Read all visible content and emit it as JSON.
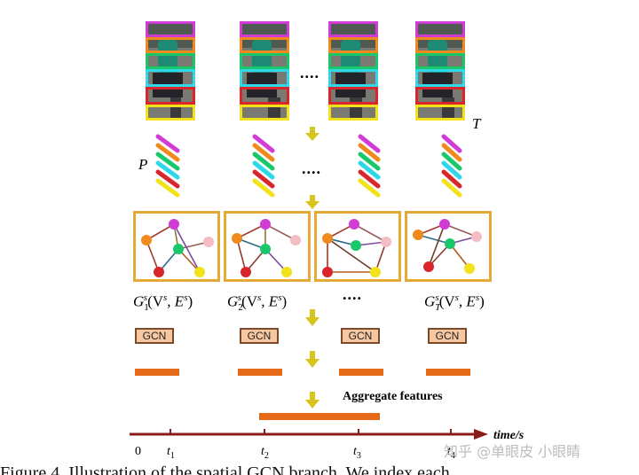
{
  "figure": {
    "dots": "....",
    "T_label": "T",
    "P_label": "P",
    "gcn_label": "GCN",
    "aggregate_label": "Aggregate features",
    "graph_labels": [
      {
        "g": "G",
        "sub": "1",
        "sup": "s",
        "rest": "(V",
        "rsup": "s",
        "mid": ", E",
        "msup": "s",
        "end": ")"
      },
      {
        "g": "G",
        "sub": "2",
        "sup": "s",
        "rest": "(V",
        "rsup": "s",
        "mid": ", E",
        "msup": "s",
        "end": ")"
      },
      {
        "g": "G",
        "sub": "T",
        "sup": "s",
        "rest": "(V",
        "rsup": "s",
        "mid": ", E",
        "msup": "s",
        "end": ")"
      }
    ],
    "time_axis": {
      "label": "time/s",
      "ticks": [
        {
          "main": "0",
          "sub": ""
        },
        {
          "main": "t",
          "sub": "1"
        },
        {
          "main": "t",
          "sub": "2"
        },
        {
          "main": "t",
          "sub": "3"
        },
        {
          "main": "t",
          "sub": "4"
        }
      ]
    },
    "watermark": "知乎 @单眼皮 小眼睛",
    "caption_fragment": "Figure 4. Illustration of the spatial GCN branch. We index each",
    "part_colors": [
      "#d23cd6",
      "#f08a1c",
      "#18c86a",
      "#2fd8e8",
      "#d8262c",
      "#f2e21a"
    ],
    "accent_colors": {
      "arrow": "#d9c41a",
      "box": "#e5a938",
      "feature": "#e46a1a",
      "axis": "#8b1a1a"
    }
  }
}
